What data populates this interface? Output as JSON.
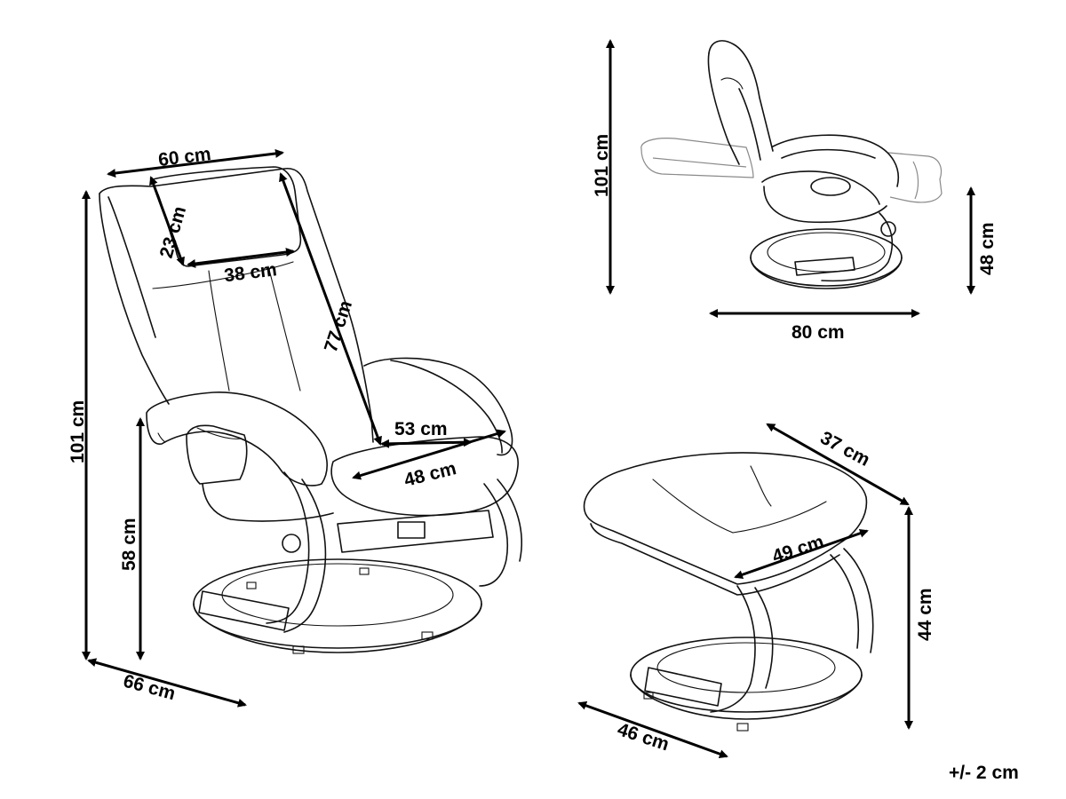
{
  "chair": {
    "width": "60 cm",
    "headrest_height": "23 cm",
    "headrest_width": "38 cm",
    "backrest_height": "77 cm",
    "seat_depth_top": "53 cm",
    "seat_depth": "48 cm",
    "total_height": "101 cm",
    "seat_height": "58 cm",
    "depth": "66 cm"
  },
  "reclined": {
    "height": "101 cm",
    "footrest_height": "48 cm",
    "length": "80 cm"
  },
  "ottoman": {
    "depth": "37 cm",
    "top_width": "49 cm",
    "height": "44 cm",
    "width": "46 cm"
  },
  "tolerance": "+/- 2 cm"
}
